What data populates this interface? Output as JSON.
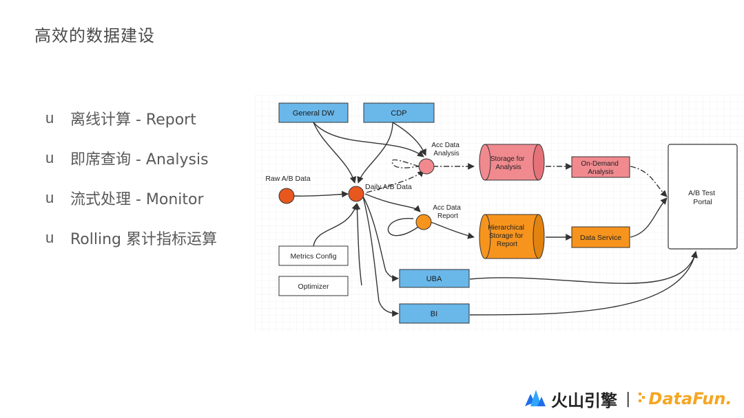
{
  "title": "高效的数据建设",
  "bullets": [
    {
      "mark": "u",
      "text": "离线计算 - Report"
    },
    {
      "mark": "u",
      "text": "即席查询 - Analysis"
    },
    {
      "mark": "u",
      "text": "流式处理 - Monitor"
    },
    {
      "mark": "u",
      "text": "Rolling 累计指标运算"
    }
  ],
  "diagram": {
    "general_dw": "General DW",
    "cdp": "CDP",
    "raw_ab_data": "Raw A/B Data",
    "daily_ab_data": "Daily A/B Data",
    "acc_data_analysis": [
      "Acc Data",
      "Analysis"
    ],
    "acc_data_report": [
      "Acc Data",
      "Report"
    ],
    "metrics_config": "Metrics Config",
    "optimizer": "Optimizer",
    "storage_for_analysis": [
      "Storage for",
      "Analysis"
    ],
    "hierarchical_storage": [
      "Hierarchical",
      "Storage for",
      "Report"
    ],
    "on_demand_analysis": [
      "On-Demand",
      "Analysis"
    ],
    "data_service": "Data Service",
    "uba": "UBA",
    "bi": "BI",
    "ab_test_portal": [
      "A/B Test",
      "Portal"
    ]
  },
  "colors": {
    "blue_box": "#6ab7ea",
    "pink": "#f08a8f",
    "orange": "#f7941d",
    "dark_orange_node": "#e8571e"
  },
  "footer": {
    "brand1": "火山引擎",
    "separator": "|",
    "brand2": "DataFun."
  }
}
